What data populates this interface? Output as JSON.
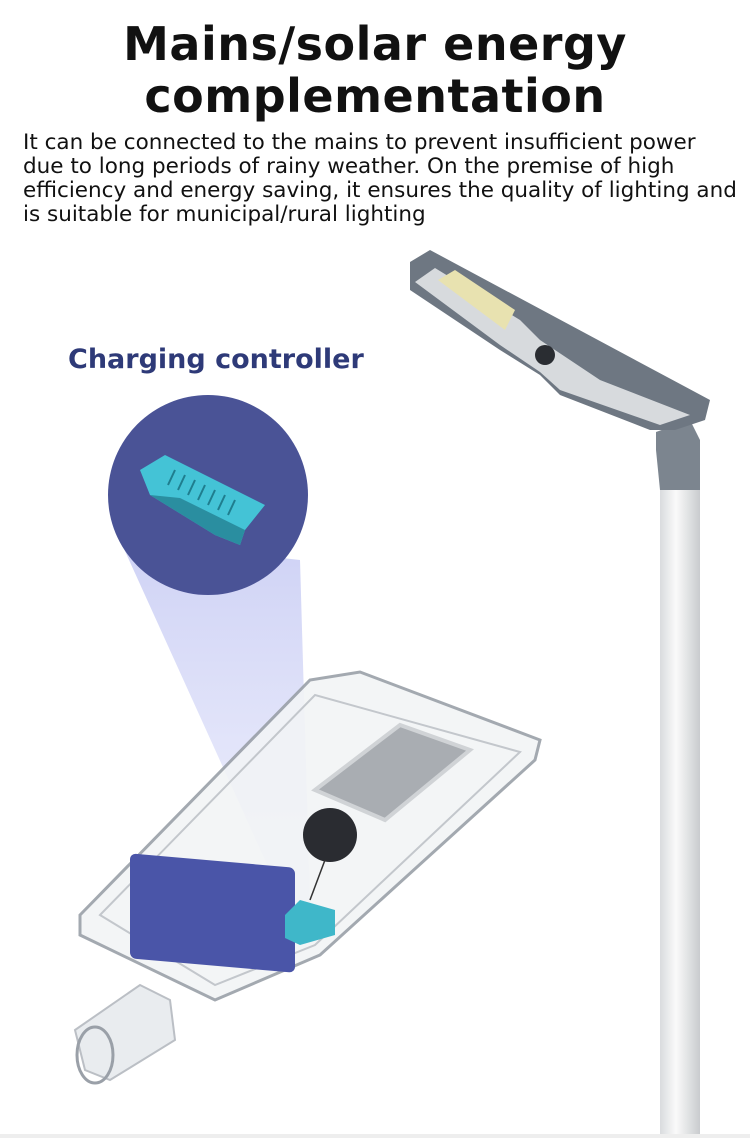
{
  "header": {
    "title_line1": "Mains/solar energy",
    "title_line2": "complementation"
  },
  "description": "It can be connected to the mains to prevent insufficient power due to long periods of rainy weather. On the premise of high efficiency and energy saving, it ensures the quality of lighting and is suitable for municipal/rural lighting",
  "callout": {
    "label": "Charging controller"
  },
  "colors": {
    "callout_text": "#2e3a78",
    "callout_circle": "#4a5396",
    "controller": "#3fb7c9",
    "battery": "#4a55a8"
  }
}
